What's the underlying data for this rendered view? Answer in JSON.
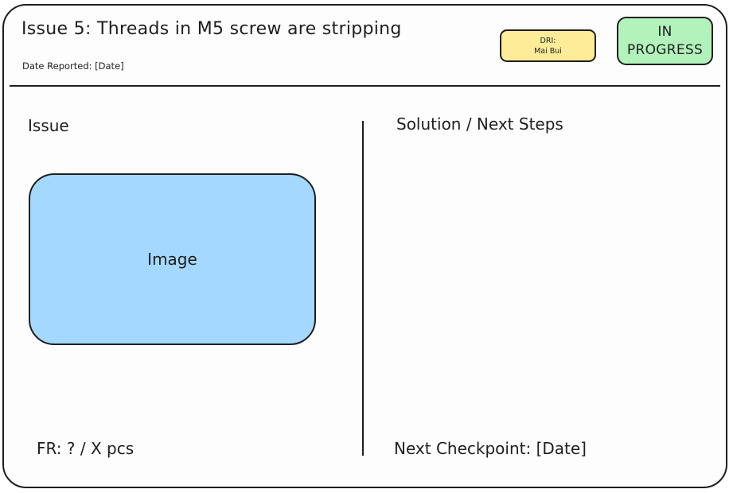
{
  "card": {
    "title": "Issue 5: Threads in M5 screw are stripping",
    "date_reported": "Date Reported: [Date]",
    "dri": {
      "label": "DRI:",
      "name": "Mai Bui"
    },
    "status": {
      "line1": "IN",
      "line2": "PROGRESS"
    },
    "issue_section": {
      "heading": "Issue",
      "image_placeholder": "Image",
      "failure_rate": "FR: ? / X pcs"
    },
    "solution_section": {
      "heading": "Solution / Next Steps",
      "next_checkpoint": "Next Checkpoint: [Date]"
    }
  },
  "colors": {
    "stroke": "#1e1e1e",
    "dri_fill": "#ffec99",
    "status_fill": "#b2f2bb",
    "image_fill": "#a5d8ff"
  }
}
